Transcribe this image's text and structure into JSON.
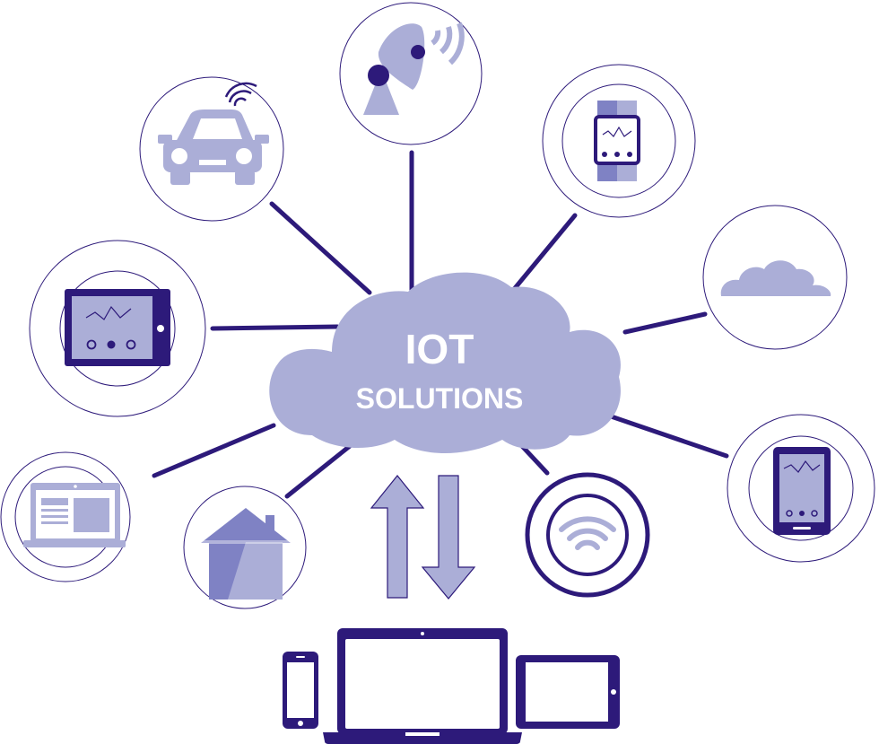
{
  "cloud": {
    "title": "IOT",
    "subtitle": "SOLUTIONS"
  },
  "colors": {
    "primary": "#2d1a7a",
    "light": "#abaed7",
    "mid": "#7f82c4",
    "background": "#ffffff"
  },
  "nodes": [
    {
      "name": "satellite-dish",
      "icon": "satellite-dish-icon"
    },
    {
      "name": "car",
      "icon": "connected-car-icon"
    },
    {
      "name": "smartwatch",
      "icon": "smartwatch-icon"
    },
    {
      "name": "tablet",
      "icon": "tablet-icon"
    },
    {
      "name": "cloud",
      "icon": "cloud-icon"
    },
    {
      "name": "laptop",
      "icon": "laptop-icon"
    },
    {
      "name": "home",
      "icon": "home-icon"
    },
    {
      "name": "wifi",
      "icon": "wifi-icon"
    },
    {
      "name": "smartphone",
      "icon": "smartphone-icon"
    }
  ],
  "devices": [
    {
      "name": "phone",
      "icon": "phone-device-icon"
    },
    {
      "name": "laptop",
      "icon": "laptop-device-icon"
    },
    {
      "name": "tablet",
      "icon": "tablet-device-icon"
    }
  ],
  "arrows": {
    "up": "arrow-up-icon",
    "down": "arrow-down-icon"
  }
}
